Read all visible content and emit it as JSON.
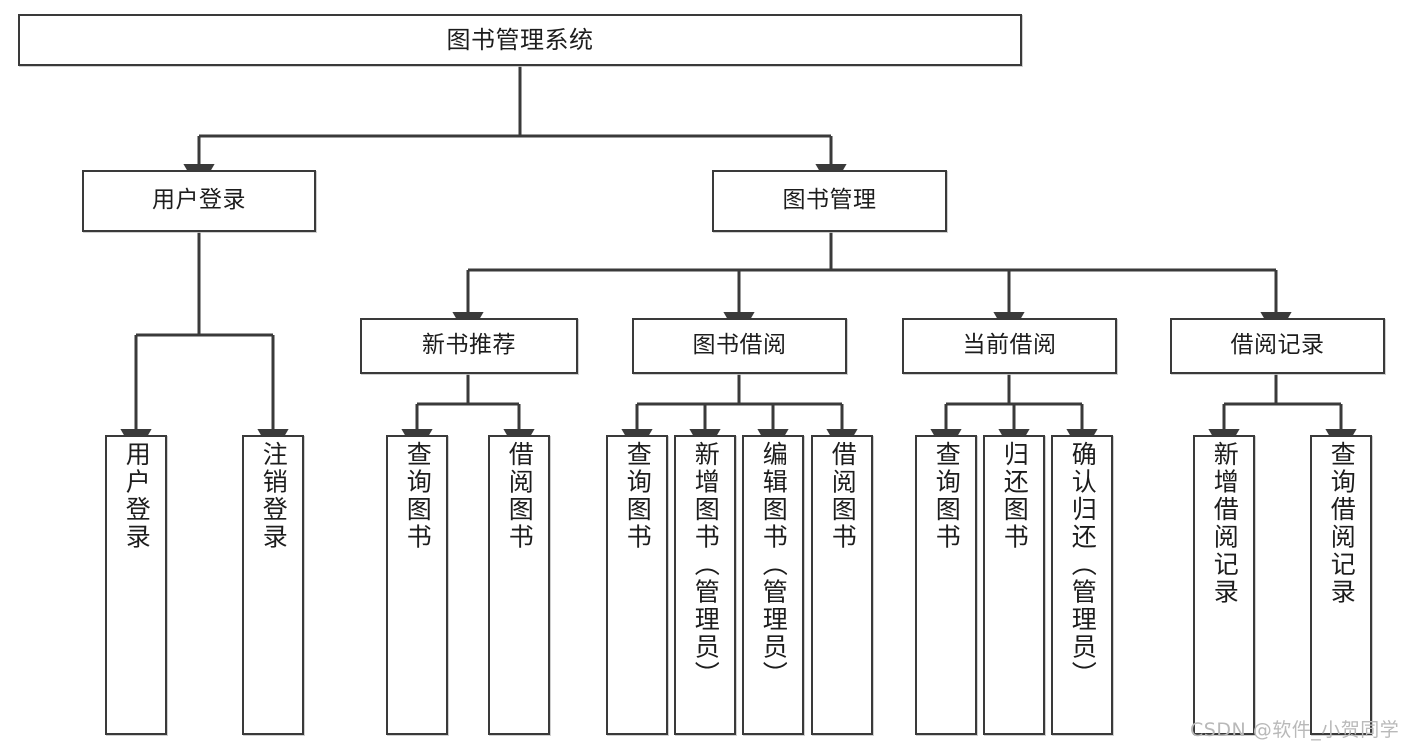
{
  "diagram": {
    "type": "hierarchy-tree",
    "title": "图书管理系统",
    "watermark": "CSDN @软件_小贺同学",
    "colors": {
      "background": "#ffffff",
      "line": "#3a3a3a",
      "box_border": "#3a3a3a",
      "box_fill": "#ffffff",
      "text": "#1d1d1d",
      "watermark": "#b9b9b9"
    },
    "nodes": {
      "root": {
        "label": "图书管理系统"
      },
      "level2": [
        {
          "id": "user-login",
          "label": "用户登录"
        },
        {
          "id": "book-management",
          "label": "图书管理"
        }
      ],
      "level3": [
        {
          "id": "new-book-recommend",
          "label": "新书推荐"
        },
        {
          "id": "book-borrow",
          "label": "图书借阅"
        },
        {
          "id": "current-borrow",
          "label": "当前借阅"
        },
        {
          "id": "borrow-record",
          "label": "借阅记录"
        }
      ],
      "leaves": {
        "user_login": [
          {
            "id": "leaf-user-login",
            "label": "用户登录"
          },
          {
            "id": "leaf-logout-login",
            "label": "注销登录"
          }
        ],
        "new_book_recommend": [
          {
            "id": "leaf-query-book-1",
            "label": "查询图书"
          },
          {
            "id": "leaf-borrow-book-1",
            "label": "借阅图书"
          }
        ],
        "book_borrow": [
          {
            "id": "leaf-query-book-2",
            "label": "查询图书"
          },
          {
            "id": "leaf-add-book",
            "label": "新增图书（管理员）"
          },
          {
            "id": "leaf-edit-book",
            "label": "编辑图书（管理员）"
          },
          {
            "id": "leaf-borrow-book-2",
            "label": "借阅图书"
          }
        ],
        "current_borrow": [
          {
            "id": "leaf-query-book-3",
            "label": "查询图书"
          },
          {
            "id": "leaf-return-book",
            "label": "归还图书"
          },
          {
            "id": "leaf-confirm-return",
            "label": "确认归还（管理员）"
          }
        ],
        "borrow_record": [
          {
            "id": "leaf-add-record",
            "label": "新增借阅记录"
          },
          {
            "id": "leaf-query-record",
            "label": "查询借阅记录"
          }
        ]
      }
    }
  }
}
